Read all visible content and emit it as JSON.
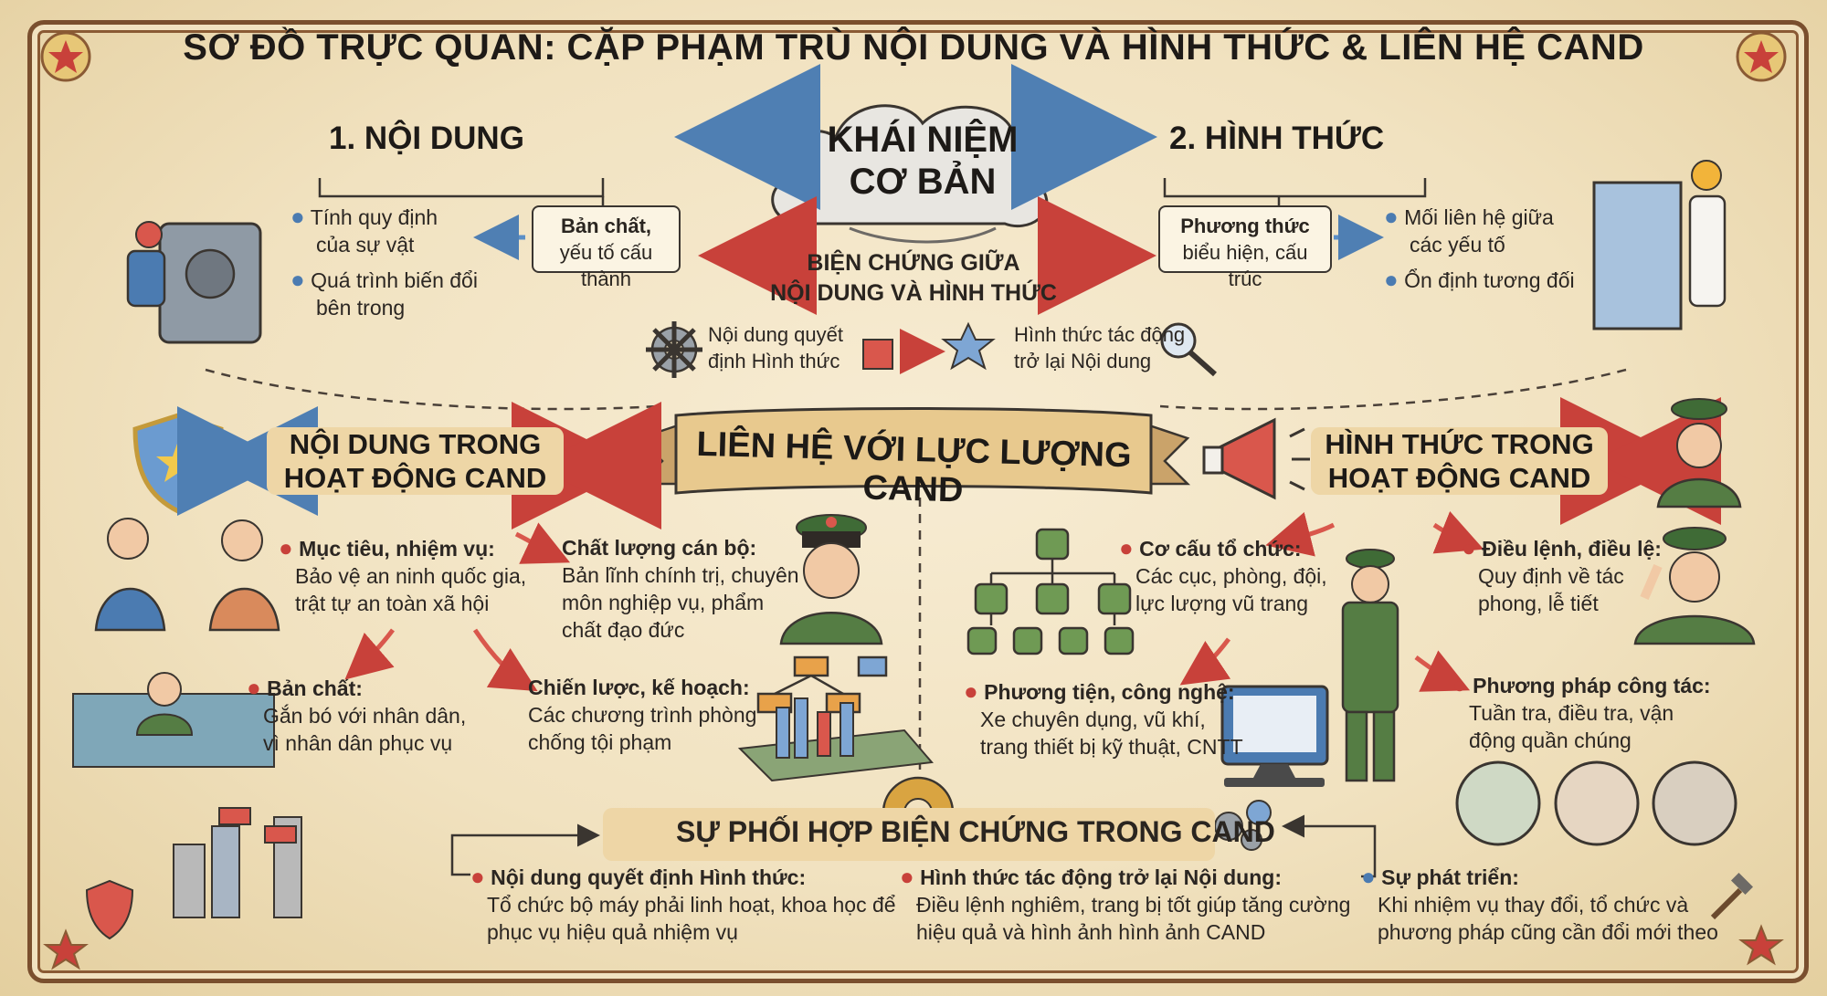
{
  "title": "SƠ ĐỒ TRỰC QUAN: CẶP PHẠM TRÙ NỘI DUNG VÀ HÌNH THỨC & LIÊN HỆ CAND",
  "concept": {
    "line1": "KHÁI NIỆM",
    "line2": "CƠ BẢN"
  },
  "content": {
    "heading": "1. NỘI DUNG",
    "box_line1": "Bản chất,",
    "box_line2": "yếu tố cấu thành",
    "bullets": [
      "Tính quy định",
      "của sự vật",
      "Quá trình biến đổi",
      "bên trong"
    ]
  },
  "form": {
    "heading": "2. HÌNH THỨC",
    "box_line1": "Phương thức",
    "box_line2": "biểu hiện, cấu trúc",
    "bullets": [
      "Mối liên hệ giữa",
      "các yếu tố",
      "Ổn định tương đối"
    ]
  },
  "dialectic": {
    "line1": "BIỆN CHỨNG GIỮA",
    "line2": "NỘI DUNG VÀ HÌNH THỨC",
    "left_line1": "Nội dung quyết",
    "left_line2": "định Hình thức",
    "right_line1": "Hình thức tác động",
    "right_line2": "trở lại Nội dung"
  },
  "banner": "LIÊN HỆ VỚI LỰC LƯỢNG CAND",
  "content_cand": {
    "title_line1": "NỘI DUNG TRONG",
    "title_line2": "HOẠT ĐỘNG CAND",
    "items": [
      {
        "head": "Mục tiêu, nhiệm vụ:",
        "l1": "Bảo vệ an ninh quốc gia,",
        "l2": "trật tự an toàn xã hội"
      },
      {
        "head": "Chất lượng cán bộ:",
        "l1": "Bản lĩnh chính trị, chuyên",
        "l2": "môn nghiệp vụ, phẩm",
        "l3": "chất đạo đức"
      },
      {
        "head": "Bản chất:",
        "l1": "Gắn bó với nhân dân,",
        "l2": "vì nhân dân phục vụ"
      },
      {
        "head": "Chiến lược, kế hoạch:",
        "l1": "Các chương trình phòng",
        "l2": "chống tội phạm"
      }
    ]
  },
  "form_cand": {
    "title_line1": "HÌNH THỨC TRONG",
    "title_line2": "HOẠT ĐỘNG CAND",
    "items": [
      {
        "head": "Cơ cấu tổ chức:",
        "l1": "Các cục, phòng, đội,",
        "l2": "lực lượng vũ trang"
      },
      {
        "head": "Điều lệnh, điều lệ:",
        "l1": "Quy định về tác",
        "l2": "phong, lễ tiết"
      },
      {
        "head": "Phương tiện, công nghệ:",
        "l1": "Xe chuyên dụng, vũ khí,",
        "l2": "trang thiết bị kỹ thuật, CNTT"
      },
      {
        "head": "Phương pháp công tác:",
        "l1": "Tuần tra, điều tra, vận",
        "l2": "động quần chúng"
      }
    ]
  },
  "coordination": {
    "title": "SỰ PHỐI HỢP BIỆN CHỨNG TRONG CAND",
    "items": [
      {
        "head": "Nội dung quyết định Hình thức:",
        "l1": "Tổ chức bộ máy phải linh hoạt, khoa học để",
        "l2": "phục vụ hiệu quả nhiệm vụ"
      },
      {
        "head": "Hình thức tác động trở lại Nội dung:",
        "l1": "Điều lệnh nghiêm, trang bị tốt giúp tăng cường",
        "l2": "hiệu quả và hình ảnh hình ảnh CAND"
      },
      {
        "head": "Sự phát triển:",
        "l1": "Khi nhiệm vụ thay đổi, tổ chức và",
        "l2": "phương pháp cũng cần đổi mới theo"
      }
    ]
  },
  "colors": {
    "blue": "#5b8fc7",
    "red": "#d9574c",
    "banner": "#e8c98e",
    "ink": "#2b2622",
    "green": "#4f7a3c"
  }
}
